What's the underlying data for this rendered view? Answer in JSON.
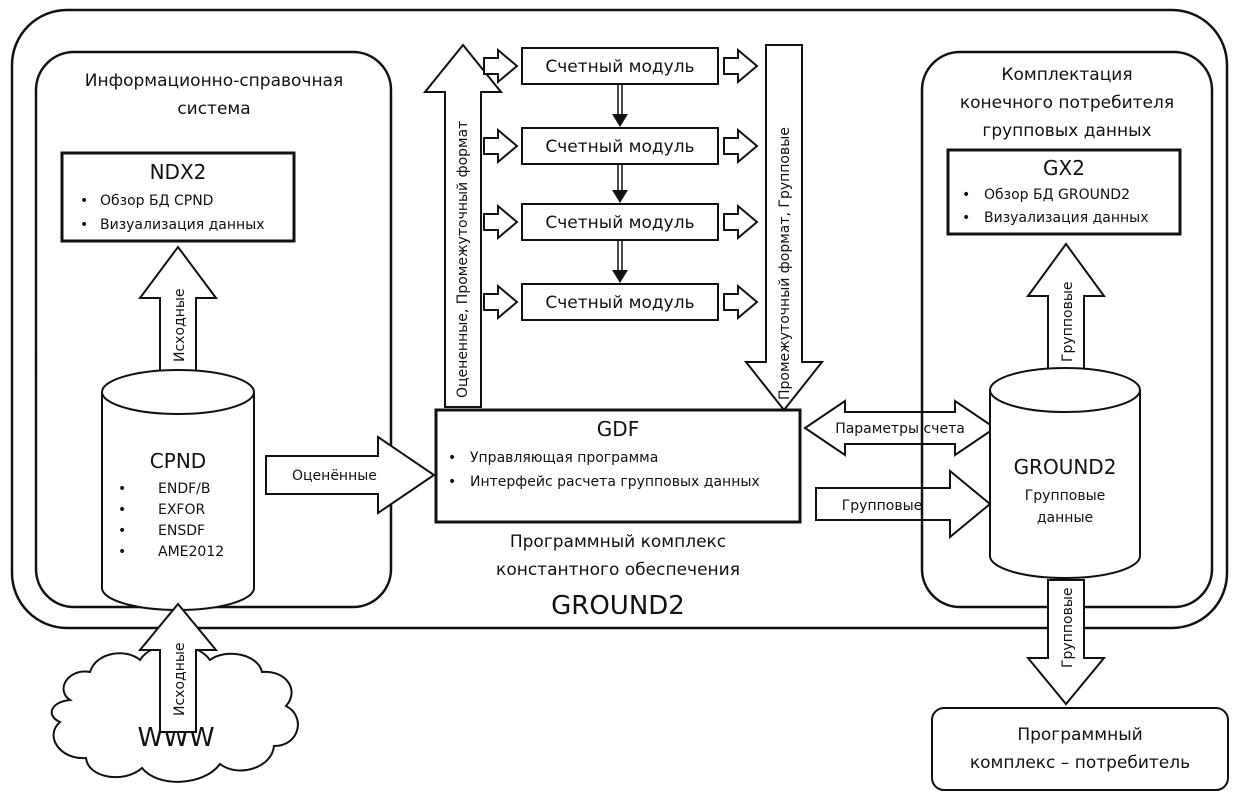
{
  "system_title": "GROUND2",
  "complex_caption": [
    "Программный комплекс",
    "константного обеспечения"
  ],
  "info_system": {
    "title": [
      "Информационно-справочная",
      "система"
    ],
    "ndx2": {
      "title": "NDX2",
      "items": [
        "Обзор БД CPND",
        "Визуализация данных"
      ]
    },
    "cpnd": {
      "title": "CPND",
      "items": [
        "ENDF/B",
        "EXFOR",
        "ENSDF",
        "AME2012"
      ]
    }
  },
  "gdf": {
    "title": "GDF",
    "items": [
      "Управляющая программа",
      "Интерфейс расчета групповых данных"
    ],
    "modules": [
      "Счетный модуль",
      "Счетный модуль",
      "Счетный модуль",
      "Счетный модуль"
    ]
  },
  "consumer_side": {
    "title": [
      "Комплектация",
      "конечного потребителя",
      "групповых данных"
    ],
    "gx2": {
      "title": "GX2",
      "items": [
        "Обзор БД GROUND2",
        "Визуализация данных"
      ]
    },
    "ground2_db": {
      "title": "GROUND2",
      "subtitle": [
        "Групповые",
        "данные"
      ]
    }
  },
  "consumer_program": [
    "Программный",
    "комплекс  – потребитель"
  ],
  "www_label": "WWW",
  "arrows": {
    "source_up": "Исходные",
    "www_source": "Исходные",
    "evaluated": "Оценённые",
    "left_vertical": "Оцененные,  Промежуточный формат",
    "right_vertical": "Промежуточный формат, Групповые",
    "calc_params": "Параметры счета",
    "group_to_db": "Групповые",
    "group_up": "Групповые",
    "group_down": "Групповые"
  }
}
